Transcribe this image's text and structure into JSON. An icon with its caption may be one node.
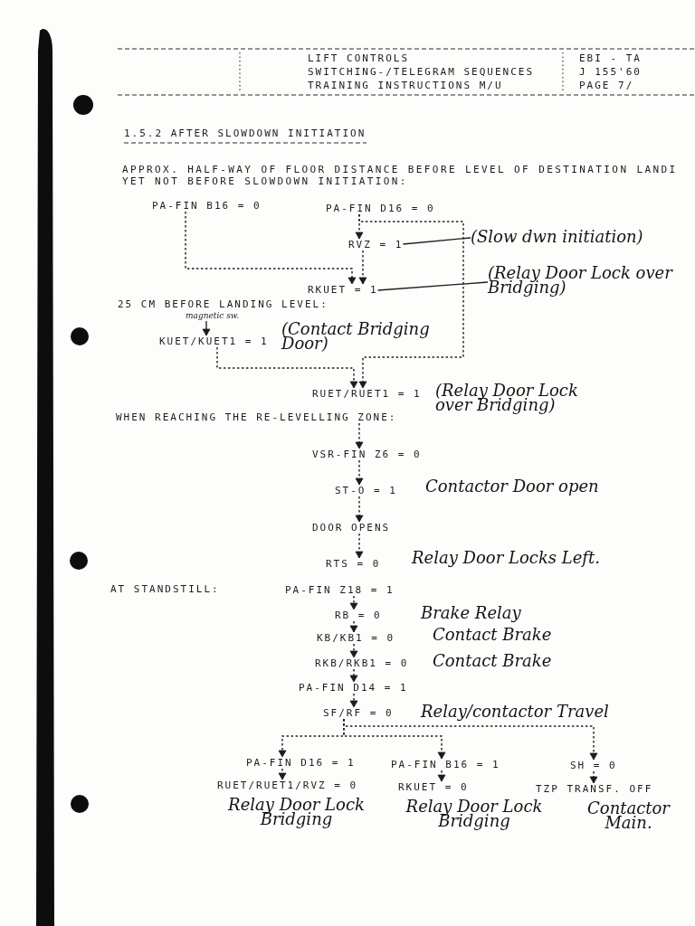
{
  "diagram": {
    "title": "1.5.2 AFTER SLOWDOWN INITIATION",
    "nodes": [
      {
        "text": [
          "PA-FIN B16 = 0"
        ]
      },
      {
        "text": [
          "PA-FIN D16 = 0"
        ]
      },
      {
        "text": [
          "RVZ = 1"
        ]
      },
      {
        "text": [
          "(Slow dwn initiation)"
        ]
      },
      {
        "text": [
          "RKUET = 1"
        ]
      },
      {
        "text": [
          "(Relay Door Lock over Bridging)"
        ]
      },
      {
        "text": [
          "magnetic sw."
        ]
      },
      {
        "text": [
          "KUET/KUET1 = 1"
        ],
        "beside": [
          "(Contact Bridging Door)"
        ]
      },
      {
        "text": [
          "RUET/RUET1 = 1"
        ],
        "beside": [
          "(Relay Door Lock over Bridging)"
        ]
      },
      {
        "text": [
          "WHEN REACHING THE RE-LEVELLING ZONE:"
        ]
      },
      {
        "text": [
          "VSR-FIN Z6 = 0"
        ]
      },
      {
        "text": [
          "ST-O = 1"
        ],
        "beside": [
          "Contactor Door open"
        ]
      },
      {
        "text": [
          "DOOR OPENS"
        ]
      },
      {
        "text": [
          "RTS = 0"
        ],
        "beside": [
          "Relay Door Locks Left."
        ]
      },
      {
        "text": [
          "PA-FIN Z18 = 1"
        ]
      },
      {
        "text": [
          "RB = 0"
        ],
        "beside": [
          "Brake Relay"
        ]
      },
      {
        "text": [
          "KB/KB1 = 0"
        ],
        "beside": [
          "Contact Brake"
        ]
      },
      {
        "text": [
          "RKB/RKB1 = 0"
        ],
        "beside": [
          "Contact Brake"
        ]
      },
      {
        "text": [
          "PA-FIN D14 = 1"
        ]
      },
      {
        "text": [
          "SF/RF = 0"
        ],
        "beside": [
          "Relay/contactor Travel"
        ]
      },
      {
        "text": [
          "PA-FIN D16 = 1"
        ]
      },
      {
        "text": [
          "PA-FIN B16 = 1"
        ]
      },
      {
        "text": [
          "SH = 0"
        ]
      },
      {
        "text": [
          "RUET/RUET1/RVZ = 0"
        ],
        "beside": [
          "Relay Door Lock Bridging"
        ]
      },
      {
        "text": [
          "RKUET = 0"
        ],
        "beside": [
          "Relay Door Lock Bridging"
        ]
      },
      {
        "text": [
          "TZP TRANSF. OFF"
        ],
        "beside": [
          "Contactor Main."
        ]
      }
    ],
    "edges": [
      {
        "from": 0,
        "to": 4,
        "arrow": "to",
        "style": "dashed"
      },
      {
        "from": 1,
        "to": 2,
        "arrow": "to",
        "style": "dashed"
      },
      {
        "from": 1,
        "to": 8,
        "arrow": "to",
        "style": "dashed"
      },
      {
        "from": 2,
        "to": 4,
        "arrow": "to",
        "style": "dashed"
      },
      {
        "from": 3,
        "to": 2,
        "arrow": "none"
      },
      {
        "from": 5,
        "to": 4,
        "arrow": "none"
      },
      {
        "from": 6,
        "to": 7,
        "arrow": "to"
      },
      {
        "from": 7,
        "to": 8,
        "arrow": "to",
        "style": "dashed"
      },
      {
        "from": 9,
        "to": 10,
        "arrow": "to",
        "style": "dashed"
      },
      {
        "from": 10,
        "to": 11,
        "arrow": "to",
        "style": "dashed"
      },
      {
        "from": 11,
        "to": 12,
        "arrow": "to",
        "style": "dashed"
      },
      {
        "from": 12,
        "to": 13,
        "arrow": "to",
        "style": "dashed"
      },
      {
        "from": 14,
        "to": 15,
        "arrow": "to",
        "style": "dashed"
      },
      {
        "from": 15,
        "to": 16,
        "arrow": "to",
        "style": "dashed"
      },
      {
        "from": 16,
        "to": 17,
        "arrow": "to",
        "style": "dashed"
      },
      {
        "from": 17,
        "to": 18,
        "arrow": "to",
        "style": "dashed"
      },
      {
        "from": 18,
        "to": 19,
        "arrow": "to",
        "style": "dashed"
      },
      {
        "from": 19,
        "to": 20,
        "arrow": "to",
        "style": "dashed"
      },
      {
        "from": 19,
        "to": 21,
        "arrow": "to",
        "style": "dashed"
      },
      {
        "from": 19,
        "to": 22,
        "arrow": "to",
        "style": "dashed"
      },
      {
        "from": 20,
        "to": 23,
        "arrow": "to",
        "style": "dashed"
      },
      {
        "from": 21,
        "to": 24,
        "arrow": "to",
        "style": "dashed"
      },
      {
        "from": 22,
        "to": 25,
        "arrow": "to",
        "style": "dashed"
      }
    ],
    "labels": [
      "LIFT CONTROLS",
      "SWITCHING-/TELEGRAM SEQUENCES",
      "TRAINING INSTRUCTIONS M/U",
      "EBI - TA",
      "J 155'60",
      "PAGE 7/",
      "APPROX. HALF-WAY OF FLOOR DISTANCE BEFORE LEVEL OF DESTINATION LANDI YET NOT BEFORE SLOWDOWN INITIATION:",
      "25 CM BEFORE LANDING LEVEL:",
      "AT STANDSTILL:"
    ]
  }
}
